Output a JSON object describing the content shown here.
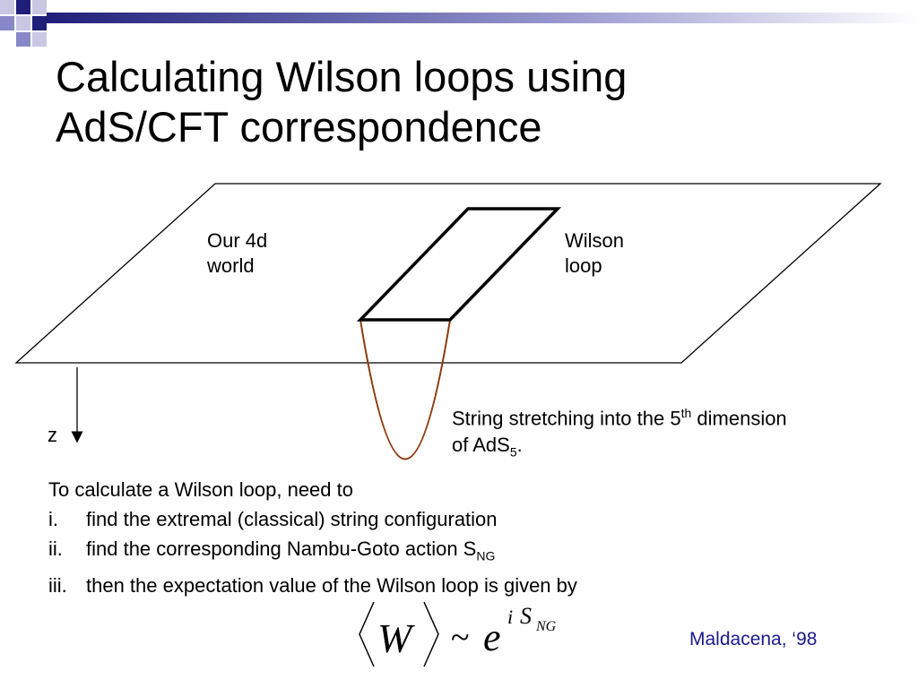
{
  "title": {
    "line1": "Calculating Wilson loops using",
    "line2": "AdS/CFT correspondence"
  },
  "diagram": {
    "plane_label_line1": "Our 4d",
    "plane_label_line2": "world",
    "loop_label_line1": "Wilson",
    "loop_label_line2": "loop",
    "axis_label": "z",
    "string_text_pre": "String stretching into the 5",
    "string_sup": "th",
    "string_text_mid": " dimension",
    "string_text_line2": "of AdS",
    "string_sub": "5",
    "string_text_end": ".",
    "colors": {
      "lines": "#000000",
      "string": "#8b3a0f"
    }
  },
  "steps": {
    "intro": "To calculate a Wilson loop, need to",
    "items": [
      {
        "num": "i.",
        "text": "find the extremal (classical) string configuration"
      },
      {
        "num": "ii.",
        "text": "find the corresponding Nambu-Goto action S",
        "sub": "NG"
      },
      {
        "num": "iii.",
        "text": "then the expectation value of the Wilson loop is given by"
      }
    ]
  },
  "formula": {
    "lhs": "W",
    "tilde": "~",
    "base": "e",
    "exp_i": "i",
    "exp_S": "S",
    "exp_sub": "NG"
  },
  "citation": "Maldacena, ‘98",
  "colors": {
    "citation": "#1a1a8c",
    "deco_dark": "#1f1f7a",
    "deco_mid": "#8888c8",
    "deco_light": "#c8c8e4"
  }
}
